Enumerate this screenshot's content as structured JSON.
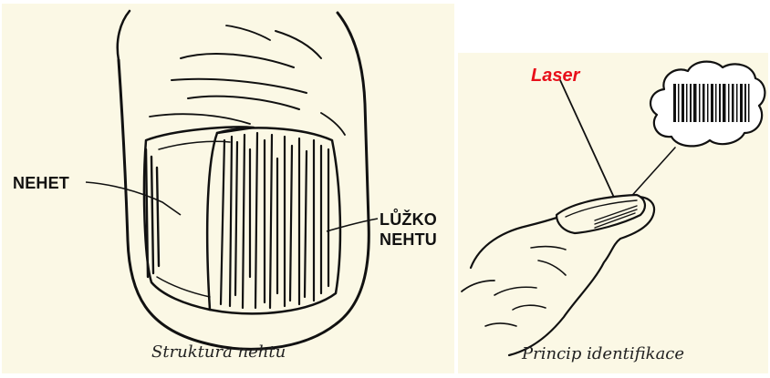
{
  "left_figure": {
    "labels": {
      "nail": "NEHET",
      "nail_bed_line1": "LŮŽKO",
      "nail_bed_line2": "NEHTU"
    },
    "caption": "Struktura nehtu"
  },
  "right_figure": {
    "laser_label": "Laser",
    "caption": "Princip identifikace"
  },
  "colors": {
    "background_panel": "#fbf8e5",
    "laser_text": "#e8101a",
    "ink": "#111111"
  }
}
